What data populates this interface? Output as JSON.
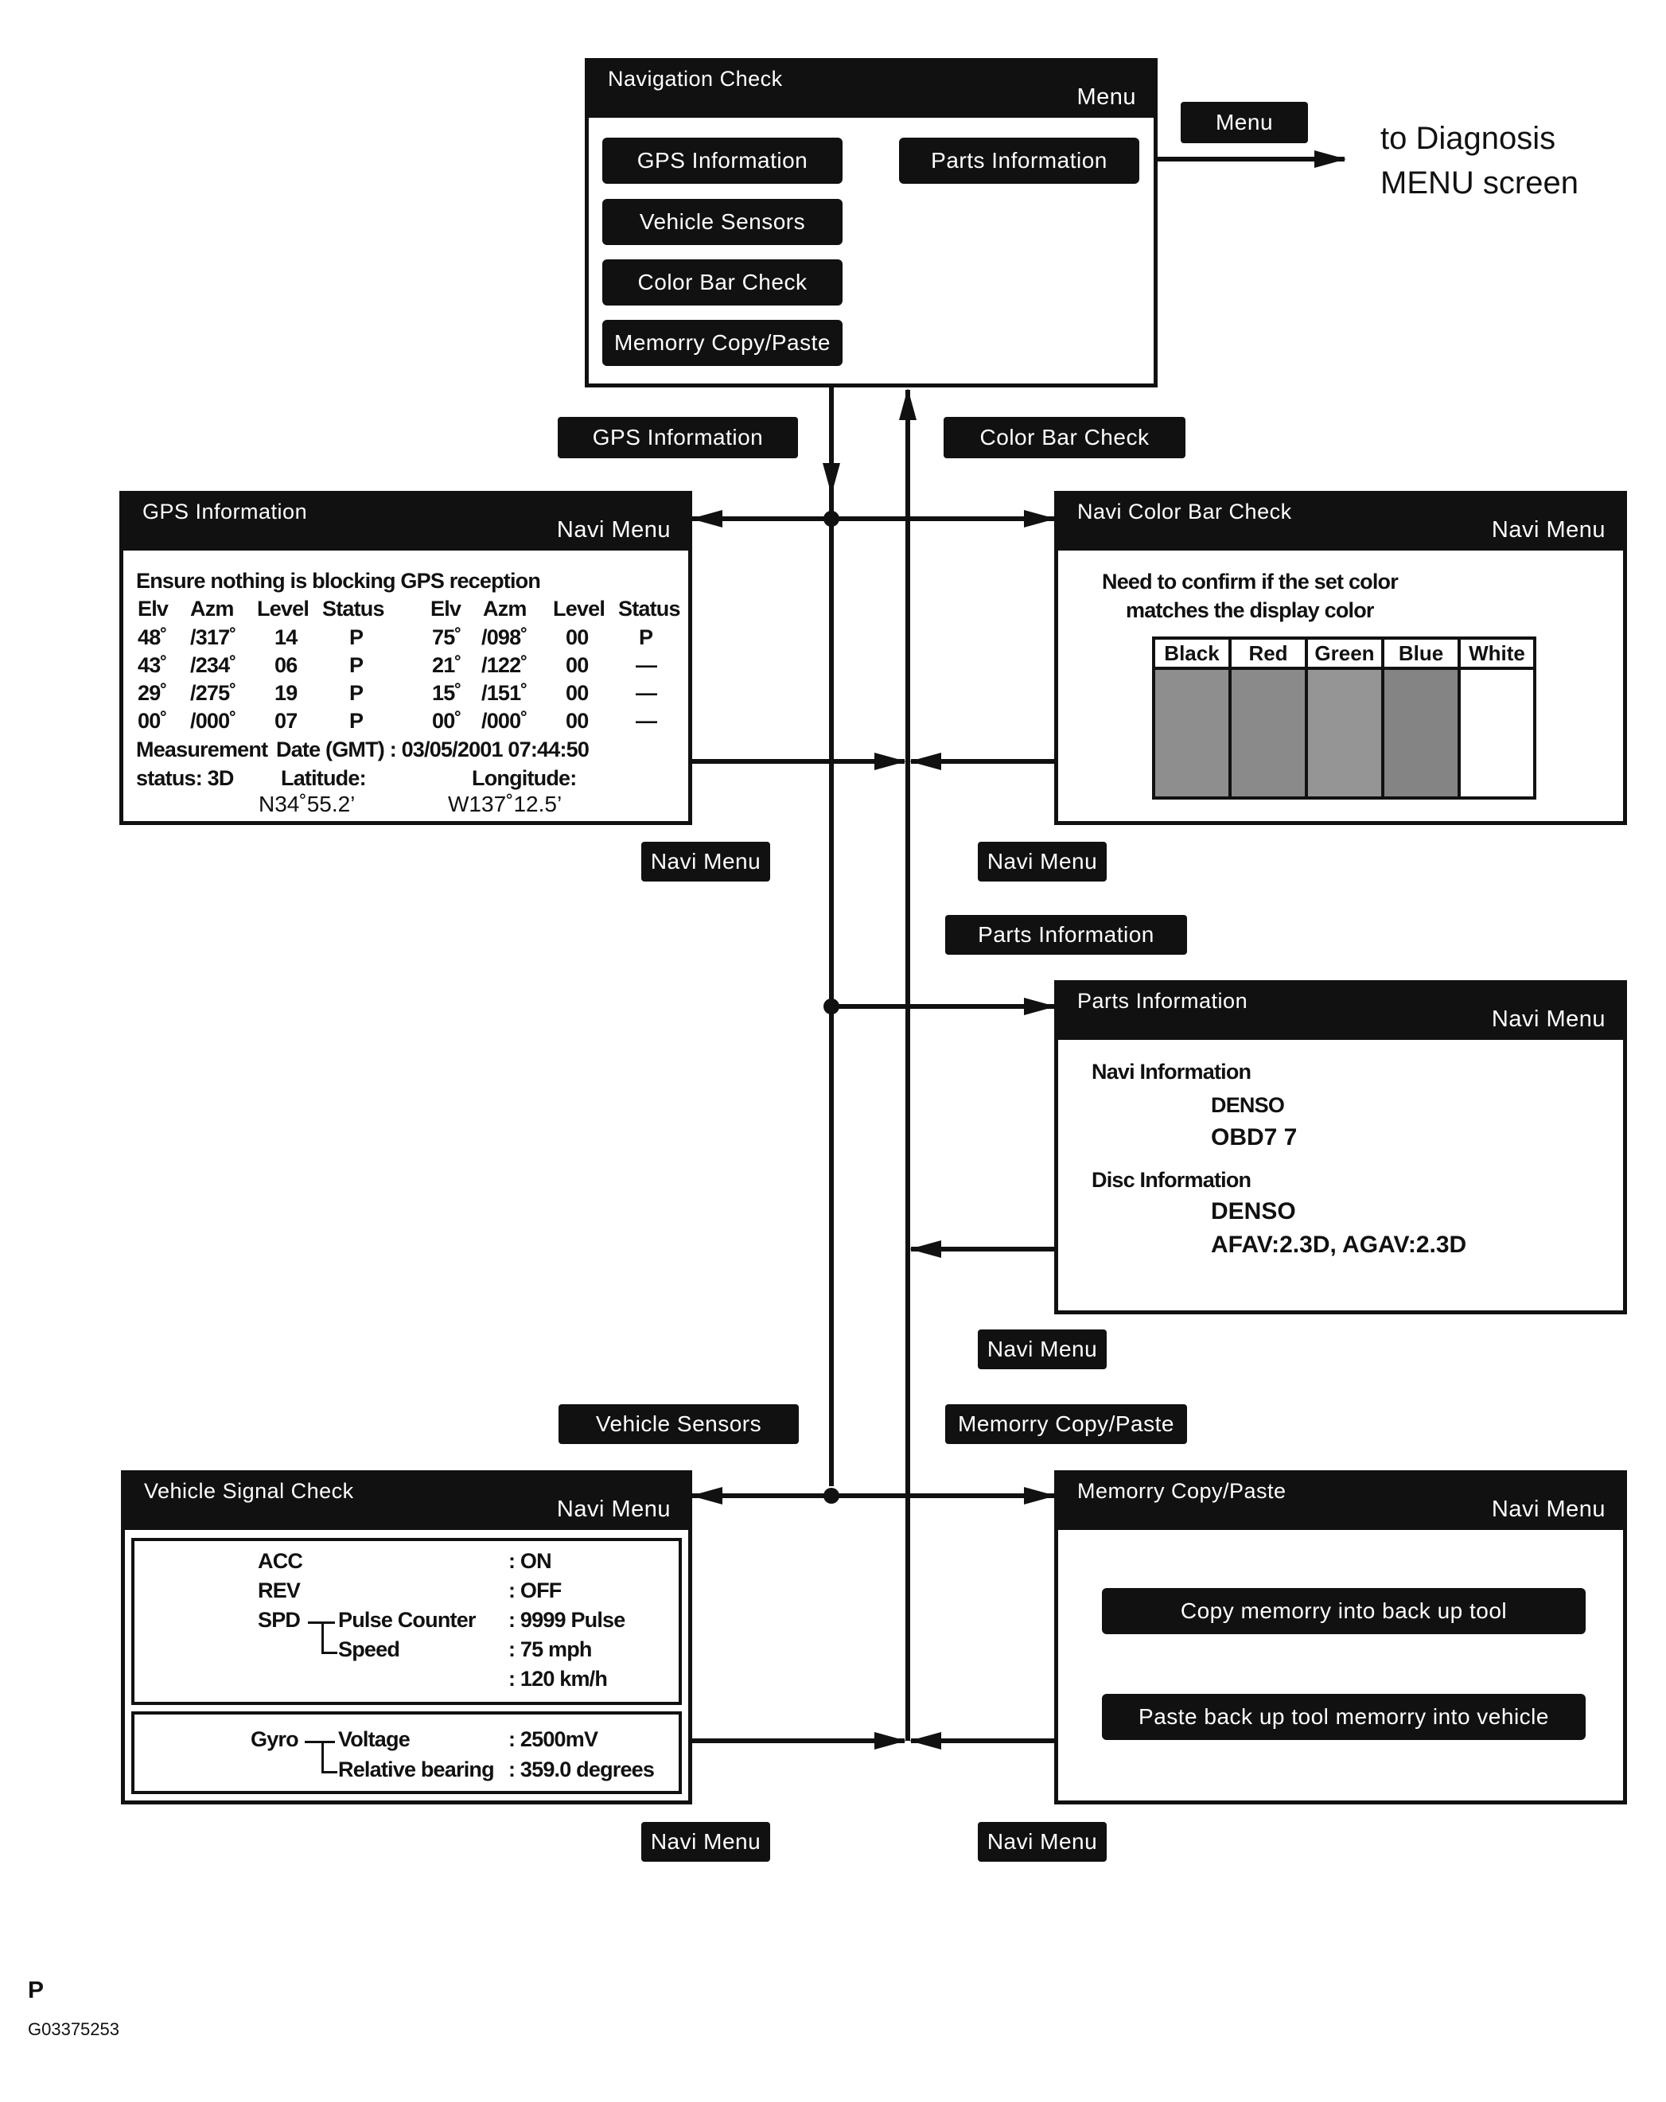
{
  "nav_check": {
    "title": "Navigation Check",
    "menu": "Menu",
    "buttons": [
      "GPS Information",
      "Vehicle Sensors",
      "Color Bar Check",
      "Memorry Copy/Paste",
      "Parts Information"
    ]
  },
  "menu_tag": "Menu",
  "diagnosis": {
    "line1": "to Diagnosis",
    "line2": "MENU screen"
  },
  "tags": {
    "gps": "GPS Information",
    "color": "Color Bar Check",
    "parts": "Parts Information",
    "sensors": "Vehicle Sensors",
    "memory": "Memorry Copy/Paste",
    "navi_menu": "Navi Menu"
  },
  "gps_info": {
    "title": "GPS Information",
    "menu": "Navi Menu",
    "notice": "Ensure nothing is blocking GPS reception",
    "headers": [
      "Elv",
      "Azm",
      "Level",
      "Status",
      "Elv",
      "Azm",
      "Level",
      "Status"
    ],
    "rows": [
      [
        "48˚",
        "/317˚",
        "14",
        "P",
        "75˚",
        "/098˚",
        "00",
        "P"
      ],
      [
        "43˚",
        "/234˚",
        "06",
        "P",
        "21˚",
        "/122˚",
        "00",
        "—"
      ],
      [
        "29˚",
        "/275˚",
        "19",
        "P",
        "15˚",
        "/151˚",
        "00",
        "—"
      ],
      [
        "00˚",
        "/000˚",
        "07",
        "P",
        "00˚",
        "/000˚",
        "00",
        "—"
      ]
    ],
    "measurement": "Measurement",
    "date": "Date (GMT) : 03/05/2001 07:44:50",
    "status": "status: 3D",
    "lat_label": "Latitude:",
    "lon_label": "Longitude:",
    "lat": "N34˚55.2’",
    "lon": "W137˚12.5’"
  },
  "color_bar": {
    "title": "Navi Color Bar Check",
    "menu": "Navi Menu",
    "line1": "Need to confirm if the set color",
    "line2": "matches the display color",
    "colors": [
      "Black",
      "Red",
      "Green",
      "Blue",
      "White"
    ],
    "swatch_colors": [
      "#8e8e8e",
      "#8a8a8a",
      "#959595",
      "#848484",
      "#ffffff"
    ]
  },
  "parts_info": {
    "title": "Parts Information",
    "menu": "Navi Menu",
    "navi_label": "Navi Information",
    "navi_maker": "DENSO",
    "navi_code": "OBD7 7",
    "disc_label": "Disc Information",
    "disc_maker": "DENSO",
    "disc_code": "AFAV:2.3D,  AGAV:2.3D"
  },
  "vehicle_signal": {
    "title": "Vehicle Signal Check",
    "menu": "Navi Menu",
    "acc": "ACC",
    "acc_val": ": ON",
    "rev": "REV",
    "rev_val": ": OFF",
    "spd": "SPD",
    "pulse": "Pulse Counter",
    "pulse_val": ": 9999 Pulse",
    "speed": "Speed",
    "speed_val1": ": 75 mph",
    "speed_val2": ": 120 km/h",
    "gyro": "Gyro",
    "voltage": "Voltage",
    "voltage_val": ": 2500mV",
    "bearing": "Relative bearing",
    "bearing_val": ": 359.0 degrees"
  },
  "memory": {
    "title": "Memorry Copy/Paste",
    "menu": "Navi Menu",
    "copy": "Copy memorry into back up tool",
    "paste": "Paste back up tool memorry into vehicle"
  },
  "footer": {
    "code1": "P",
    "code2": "G03375253"
  }
}
